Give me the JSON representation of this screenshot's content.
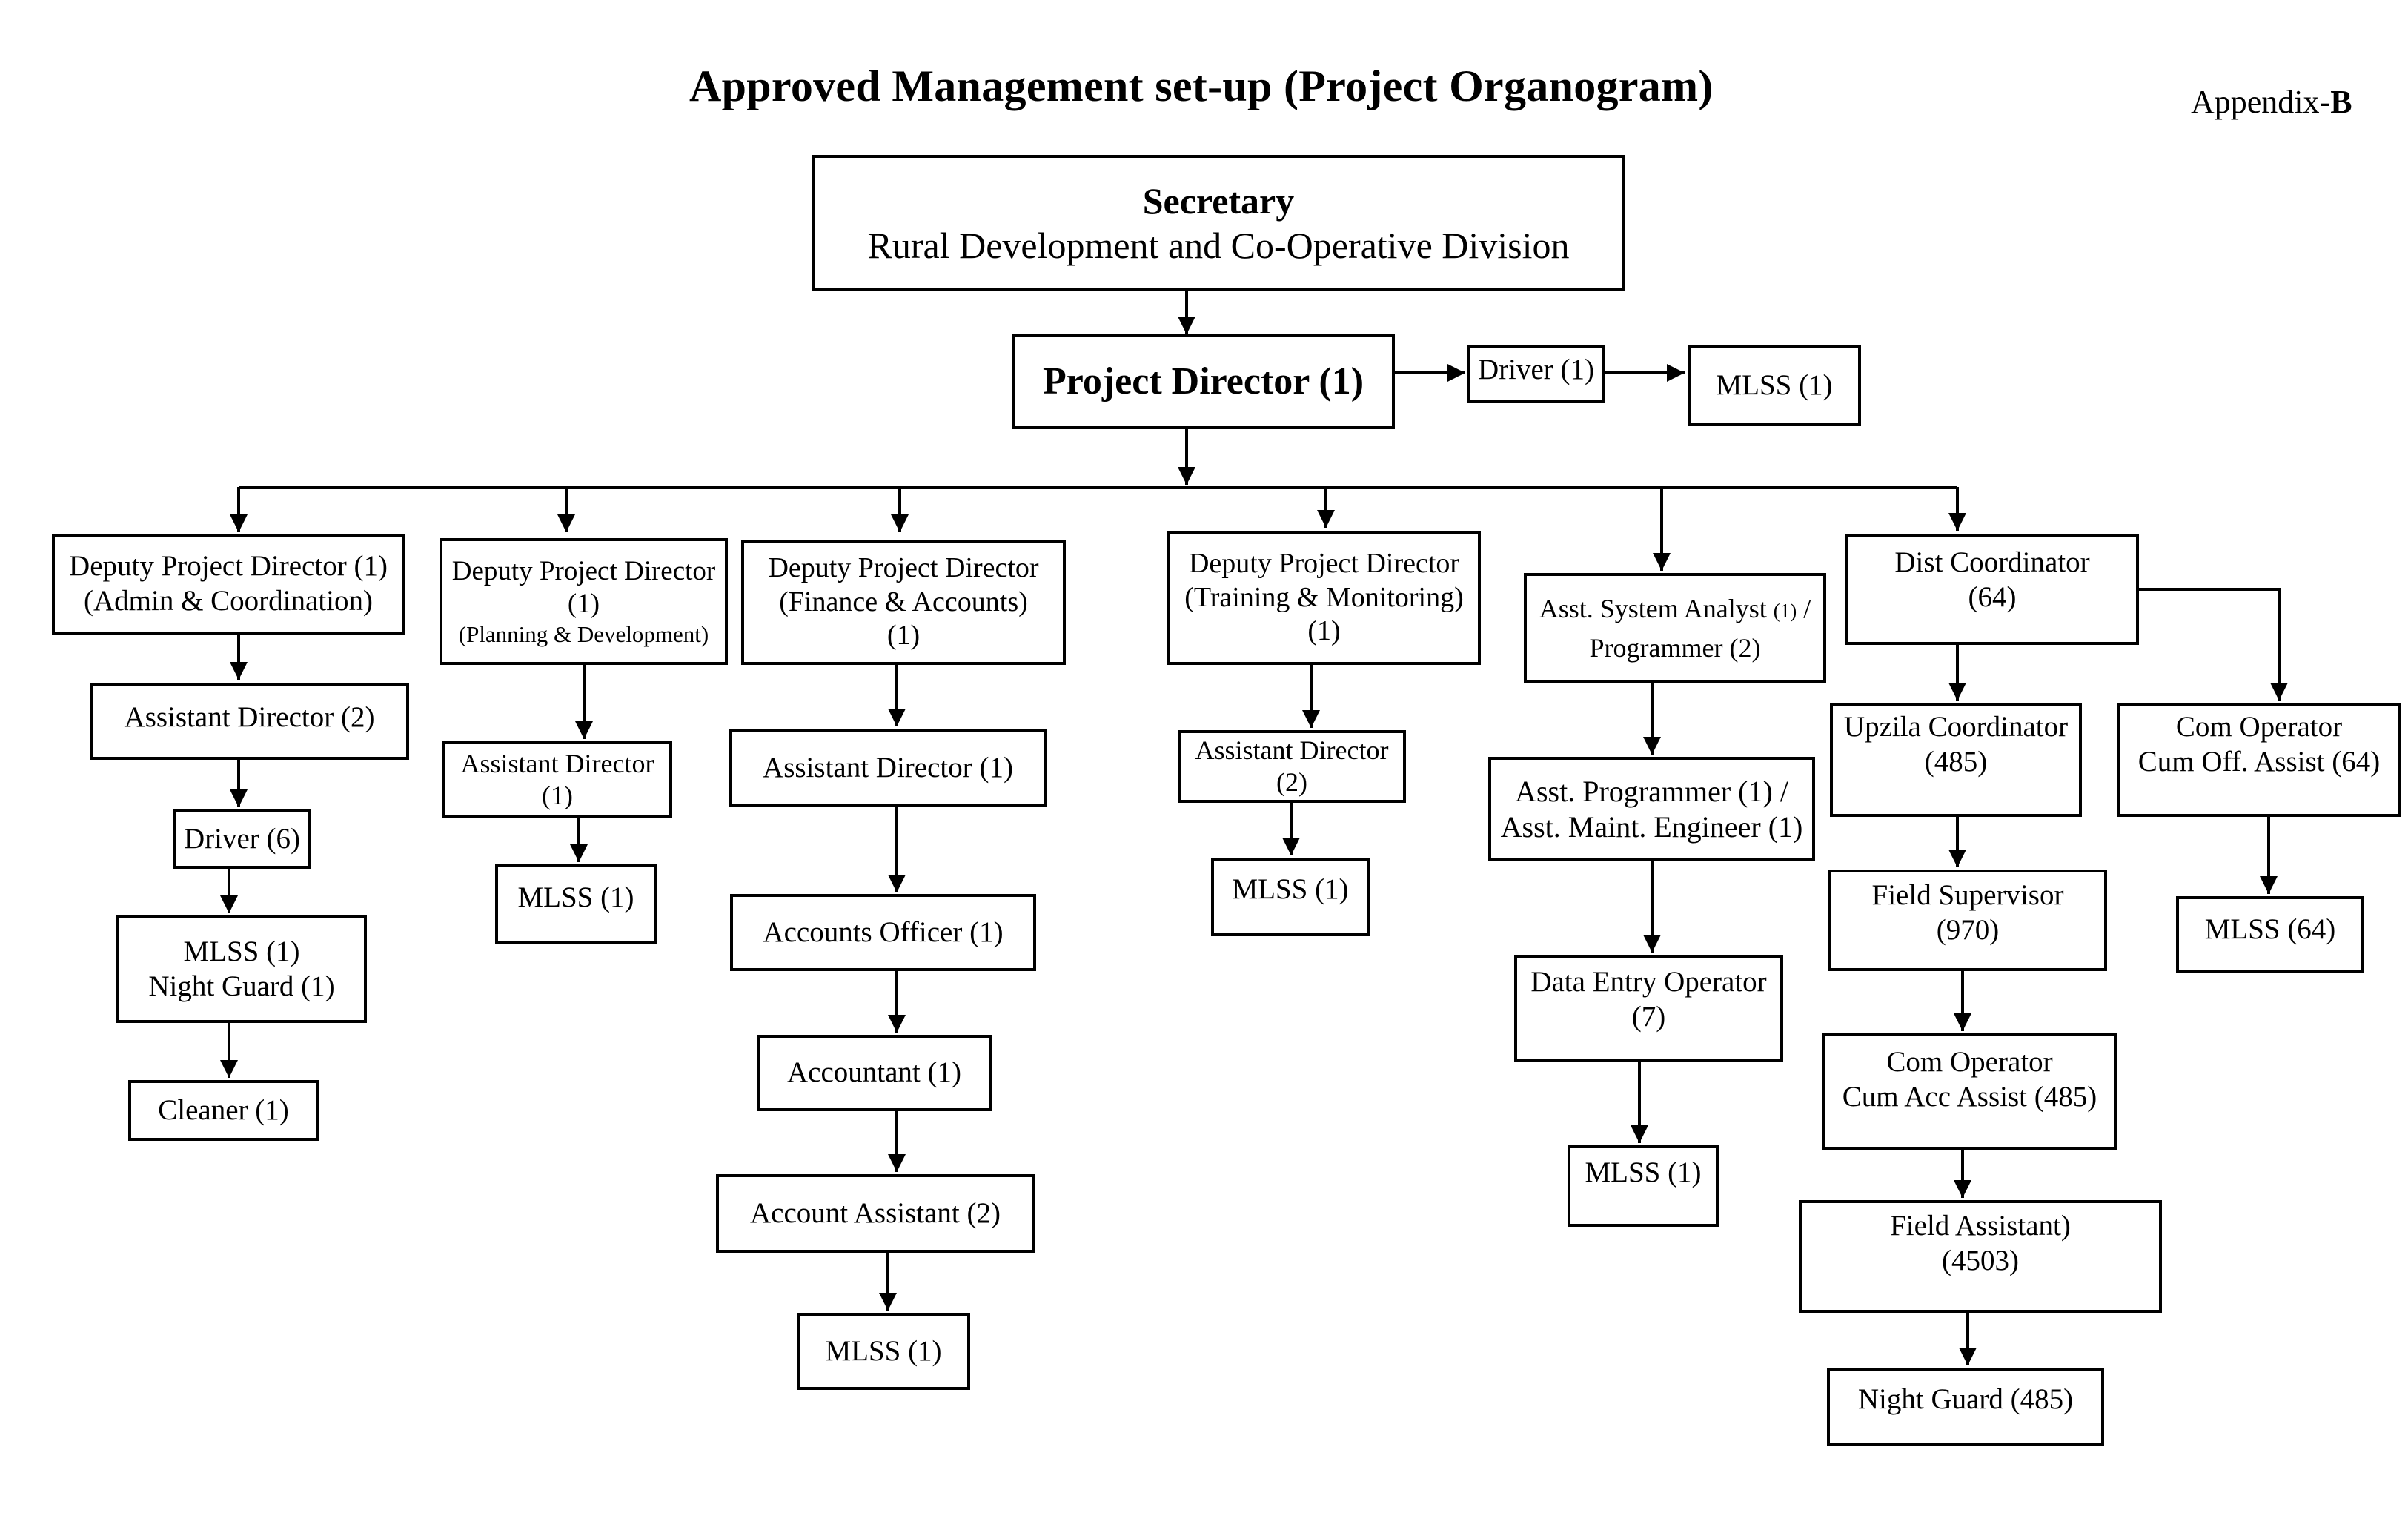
{
  "title": "Approved Management set-up (Project Organogram)",
  "appendix": {
    "label": "Appendix-",
    "letter": "B"
  },
  "nodes": {
    "secretary": {
      "title": "Secretary",
      "subtitle": "Rural Development and Co-Operative Division"
    },
    "project_director": "Project Director (1)",
    "pd_driver": "Driver (1)",
    "pd_mlss": "MLSS (1)",
    "dpd_admin": {
      "line1": "Deputy Project Director (1)",
      "line2": "(Admin & Coordination)"
    },
    "admin_ad": "Assistant Director (2)",
    "admin_driver": "Driver (6)",
    "admin_mlss": {
      "line1": "MLSS (1)",
      "line2": "Night Guard (1)"
    },
    "admin_cleaner": "Cleaner (1)",
    "dpd_planning": {
      "line1": "Deputy Project Director",
      "line2": "(1)",
      "line3": "(Planning & Development)"
    },
    "planning_ad": {
      "line1": "Assistant Director",
      "line2": "(1)"
    },
    "planning_mlss": "MLSS (1)",
    "dpd_finance": {
      "line1": "Deputy Project Director",
      "line2": "(Finance & Accounts)",
      "line3": "(1)"
    },
    "finance_ad": "Assistant Director (1)",
    "finance_ao": "Accounts Officer (1)",
    "finance_accountant": "Accountant (1)",
    "finance_aa": "Account Assistant (2)",
    "finance_mlss": "MLSS (1)",
    "dpd_training": {
      "line1": "Deputy Project Director",
      "line2": "(Training & Monitoring)",
      "line3": "(1)"
    },
    "training_ad": {
      "line1": "Assistant Director",
      "line2": "(2)"
    },
    "training_mlss": "MLSS (1)",
    "asa": {
      "line1a": "Asst. System Analyst ",
      "line1b": "(1)",
      "line1c": " /",
      "line2": "Programmer (2)"
    },
    "asa_prog": {
      "line1": "Asst. Programmer (1) /",
      "line2": "Asst. Maint. Engineer (1)"
    },
    "asa_deo": {
      "line1": "Data Entry Operator",
      "line2": "(7)"
    },
    "asa_mlss": "MLSS (1)",
    "dist": {
      "line1": "Dist Coordinator",
      "line2": "(64)"
    },
    "upzila": {
      "line1": "Upzila Coordinator",
      "line2": "(485)"
    },
    "field_sup": {
      "line1": "Field Supervisor",
      "line2": "(970)"
    },
    "com_acc": {
      "line1": "Com Operator",
      "line2": "Cum Acc Assist (485)"
    },
    "field_asst": {
      "line1": "Field Assistant)",
      "line2": "(4503)"
    },
    "night_guard": "Night Guard (485)",
    "com_off": {
      "line1": "Com Operator",
      "line2": "Cum Off. Assist (64)"
    },
    "com_mlss": "MLSS (64)"
  }
}
